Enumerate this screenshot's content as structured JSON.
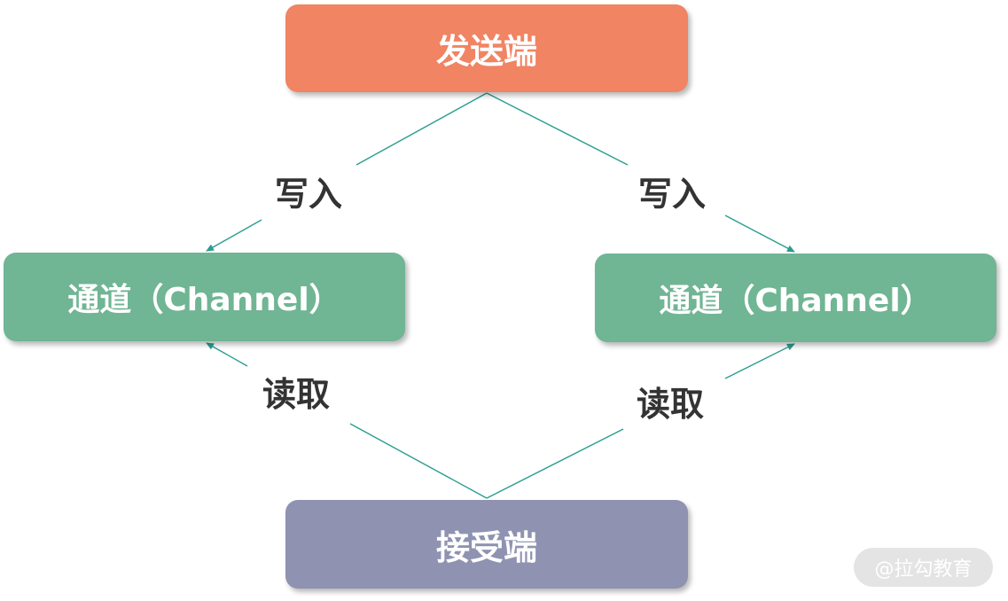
{
  "nodes": {
    "sender": "发送端",
    "channel_left": "通道（Channel）",
    "channel_right": "通道（Channel）",
    "receiver": "接受端"
  },
  "edges": {
    "write_left": "写入",
    "write_right": "写入",
    "read_left": "读取",
    "read_right": "读取"
  },
  "watermark": "@拉勾教育",
  "colors": {
    "sender": "#f08463",
    "channel": "#70b594",
    "receiver": "#8f93b1",
    "connector": "#2a9d8f"
  }
}
